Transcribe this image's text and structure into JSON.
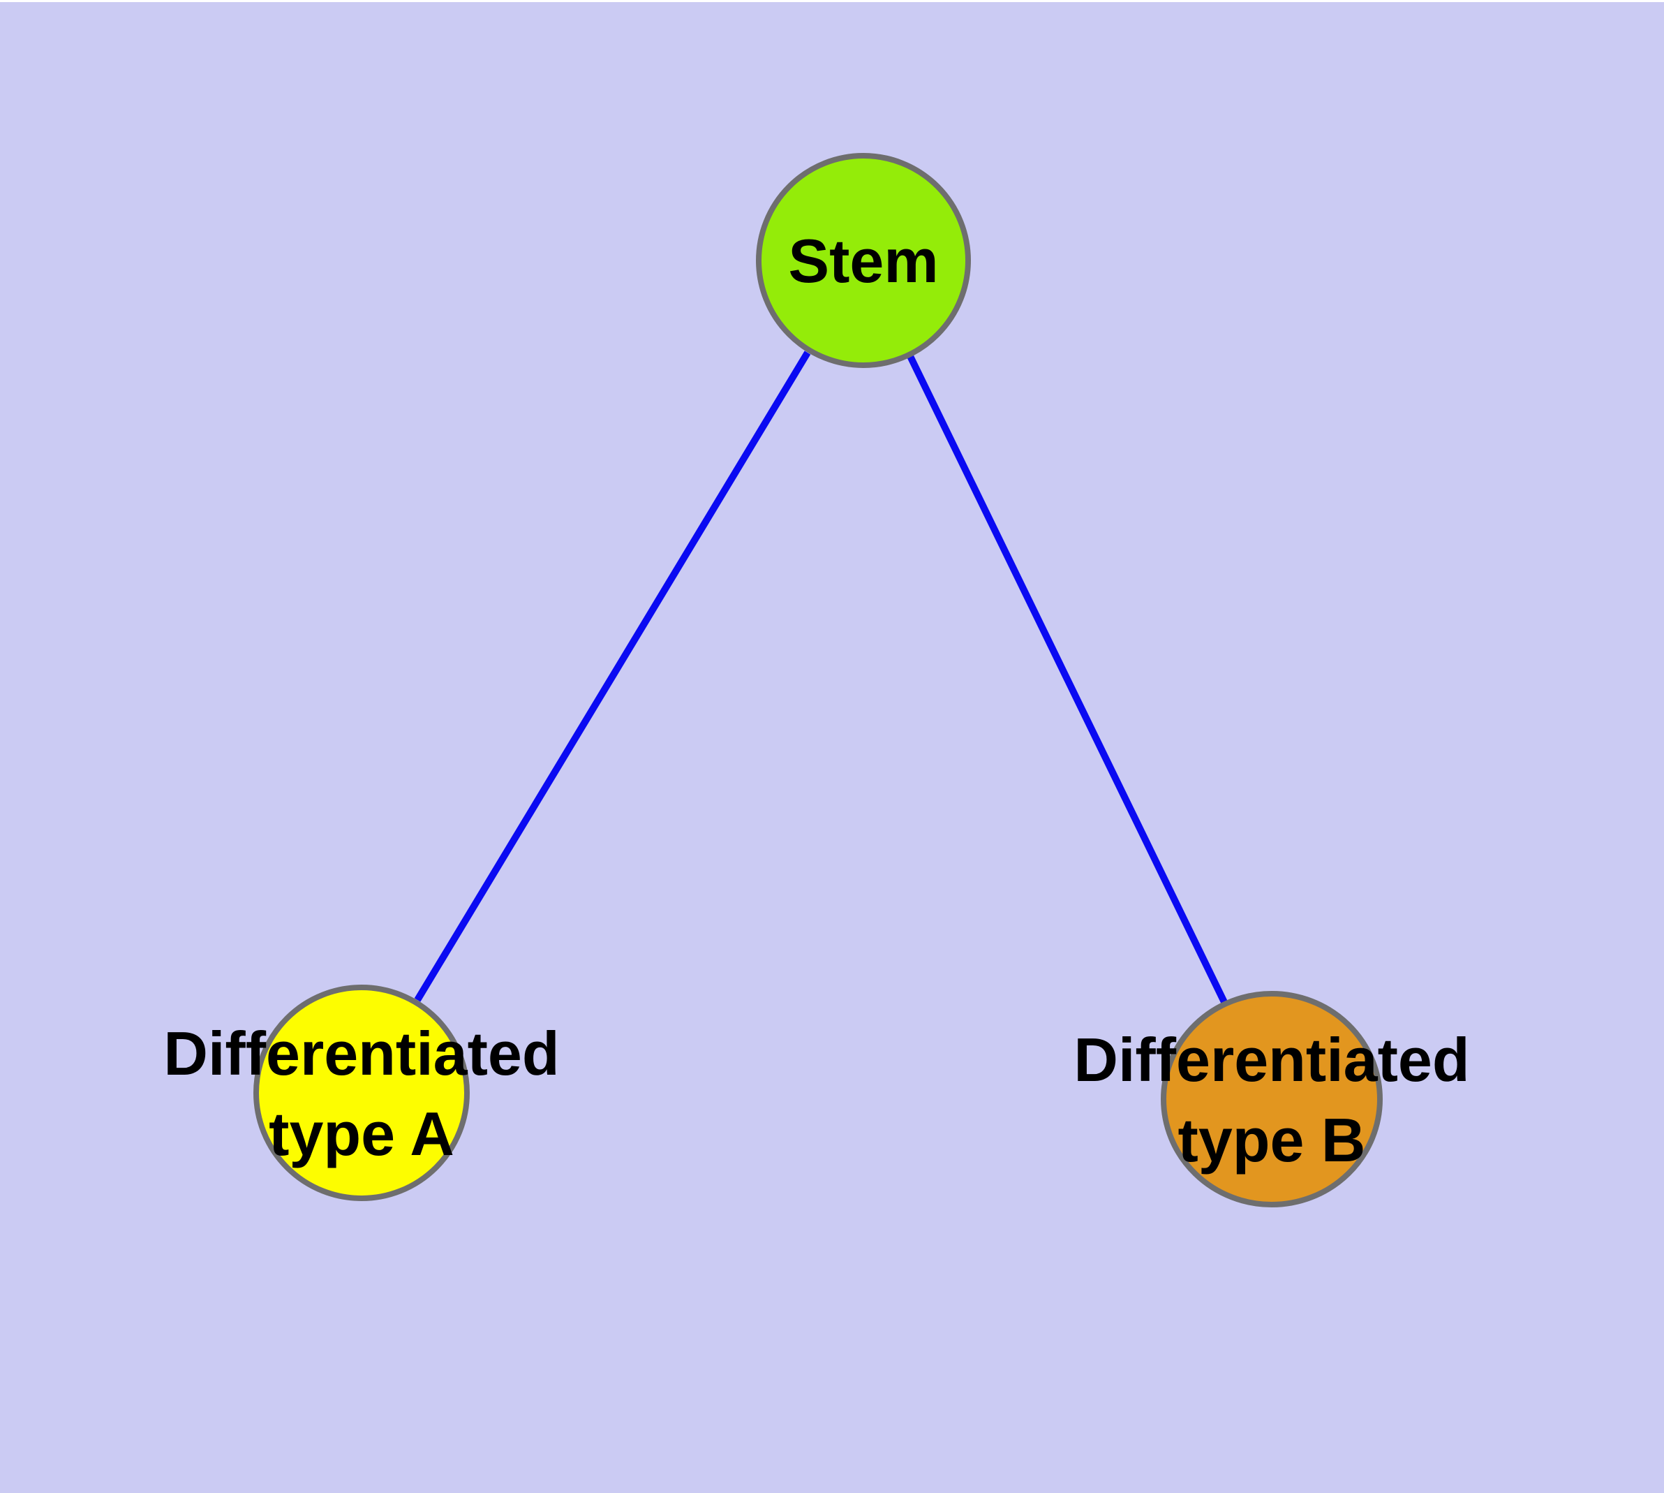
{
  "diagram": {
    "background_color": "#cbcbf3",
    "top_strip_color": "#ffffff",
    "edge_color": "#0a0af2",
    "node_border_color": "#6e6e6e",
    "label_color": "#000000",
    "nodes": [
      {
        "id": "stem",
        "label": "Stem",
        "label_line1": "Stem",
        "label_line2": "",
        "fill": "#94ec09"
      },
      {
        "id": "type-a",
        "label": "Differentiated type A",
        "label_line1": "Differentiated",
        "label_line2": "type A",
        "fill": "#fdfd00"
      },
      {
        "id": "type-b",
        "label": "Differentiated type B",
        "label_line1": "Differentiated",
        "label_line2": "type B",
        "fill": "#e2961f"
      }
    ],
    "edges": [
      {
        "from": "Stem",
        "to": "Differentiated type A"
      },
      {
        "from": "Stem",
        "to": "Differentiated type B"
      }
    ]
  }
}
